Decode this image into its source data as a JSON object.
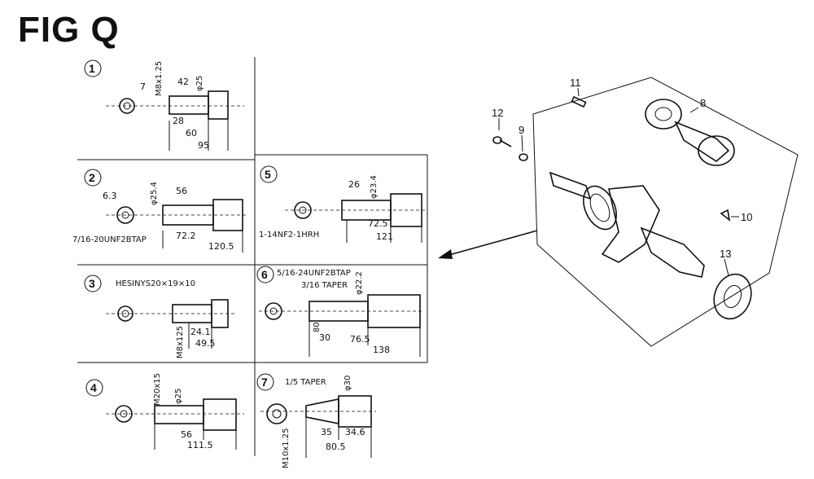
{
  "title": "FIG Q",
  "variants": [
    {
      "num": "1",
      "dims": [
        "M8x1.25",
        "42",
        "φ25",
        "28",
        "60",
        "95",
        "7"
      ]
    },
    {
      "num": "2",
      "dims": [
        "6.3",
        "φ25.4",
        "56",
        "7/16-20UNF2BTAP",
        "72.2",
        "120.5"
      ]
    },
    {
      "num": "3",
      "dims": [
        "HESINYS20×19×10",
        "M8x125",
        "24.1",
        "49.5"
      ]
    },
    {
      "num": "4",
      "dims": [
        "M20x15",
        "φ25",
        "56",
        "111.5"
      ]
    },
    {
      "num": "5",
      "dims": [
        "26",
        "φ23.4",
        "1-14NF2-1HRH",
        "72.5",
        "121"
      ]
    },
    {
      "num": "6",
      "dims": [
        "5/16-24UNF2BTAP",
        "3/16 TAPER",
        "φ22.2",
        "30",
        "76.5",
        "138",
        "80"
      ]
    },
    {
      "num": "7",
      "dims": [
        "1/5 TAPER",
        "φ30",
        "35",
        "34.6",
        "80.5",
        "M10x1.25"
      ]
    }
  ],
  "callouts": [
    "11",
    "8",
    "12",
    "9",
    "10",
    "13"
  ]
}
